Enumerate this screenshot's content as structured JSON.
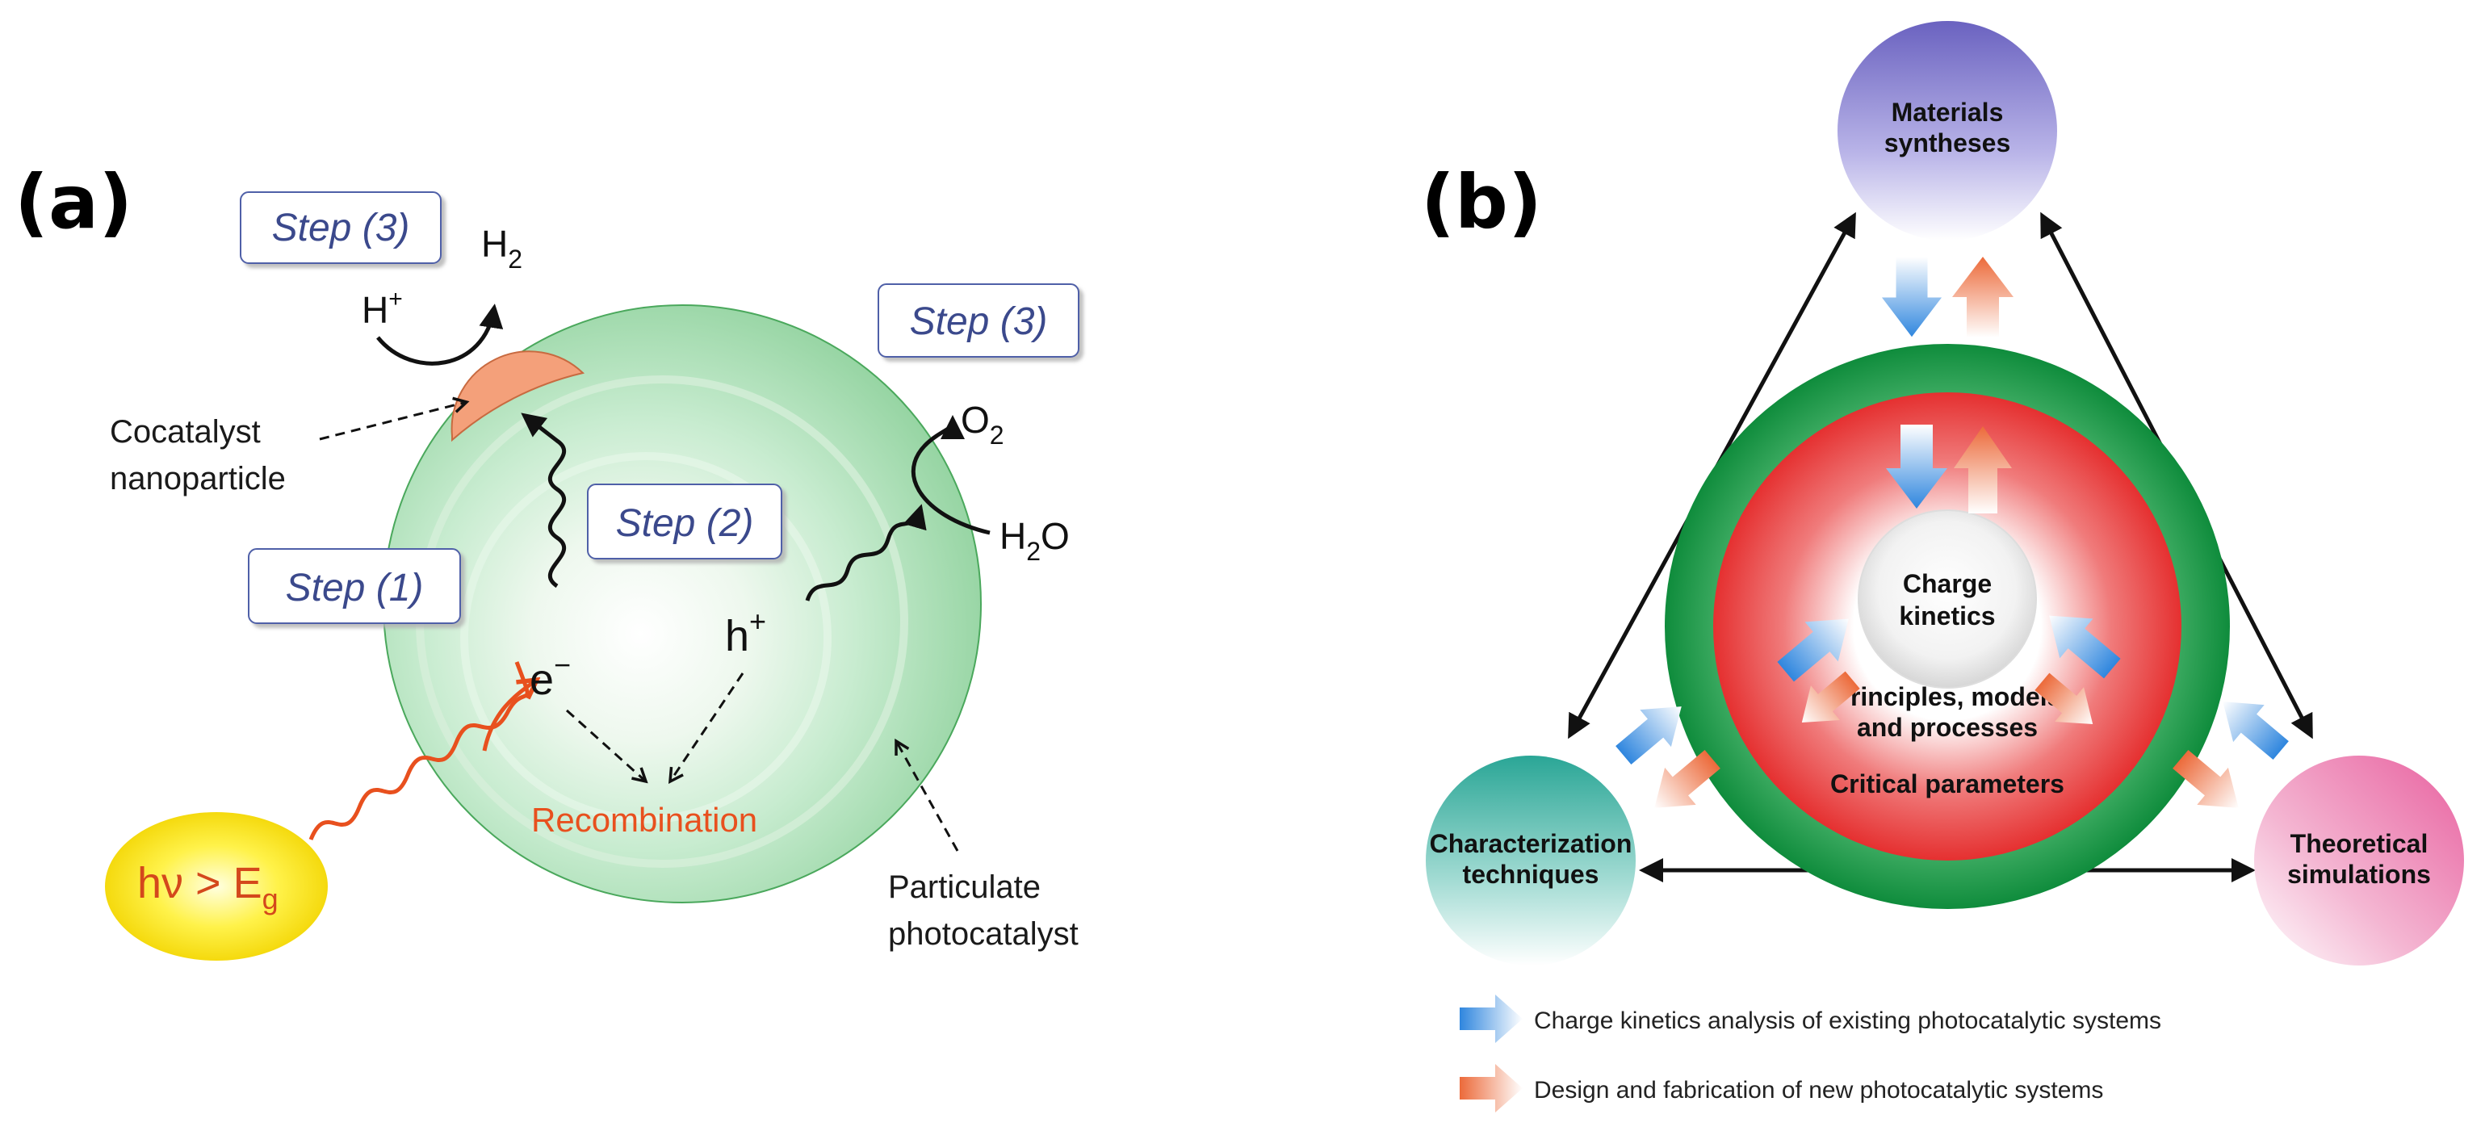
{
  "panel_a": {
    "letter": "(a)",
    "steps": {
      "step1": "Step (1)",
      "step2": "Step (2)",
      "step3_left": "Step (3)",
      "step3_right": "Step (3)"
    },
    "species": {
      "h2": "H",
      "h2_sub": "2",
      "h_plus": "H",
      "h_plus_sup": "+",
      "o2": "O",
      "o2_sub": "2",
      "h2o": "H",
      "h2o_sub": "2",
      "h2o_o": "O",
      "electron": "e",
      "electron_sup": "−",
      "hole": "h",
      "hole_sup": "+"
    },
    "labels": {
      "cocatalyst_line1": "Cocatalyst",
      "cocatalyst_line2": "nanoparticle",
      "recombination": "Recombination",
      "particulate_line1": "Particulate",
      "particulate_line2": "photocatalyst",
      "photon": "hν > E",
      "photon_sub": "g"
    },
    "colors": {
      "particle": "#a6dcb0",
      "cocatalyst": "#f4a07a",
      "photon": "#ffe600",
      "wave": "#e8501e",
      "recombination": "#e8501e",
      "step_text": "#3a4a8c"
    }
  },
  "panel_b": {
    "letter": "(b)",
    "nodes": {
      "materials_line1": "Materials",
      "materials_line2": "syntheses",
      "characterization_line1": "Characterization",
      "characterization_line2": "techniques",
      "theoretical_line1": "Theoretical",
      "theoretical_line2": "simulations"
    },
    "center": {
      "charge_line1": "Charge",
      "charge_line2": "kinetics",
      "principles_line1": "Principles, models",
      "principles_line2": "and processes",
      "critical": "Critical parameters"
    },
    "legend": {
      "blue": "Charge kinetics analysis of existing photocatalytic systems",
      "orange": "Design and fabrication of new photocatalytic systems"
    },
    "colors": {
      "materials": "#7b75c8",
      "characterization": "#3aaea0",
      "theoretical": "#e87ab0",
      "outer_ring": "#1f9a4a",
      "inner_ring": "#e83a3a",
      "blue_arrow": "#3a8fe0",
      "orange_arrow": "#ef7040"
    }
  }
}
